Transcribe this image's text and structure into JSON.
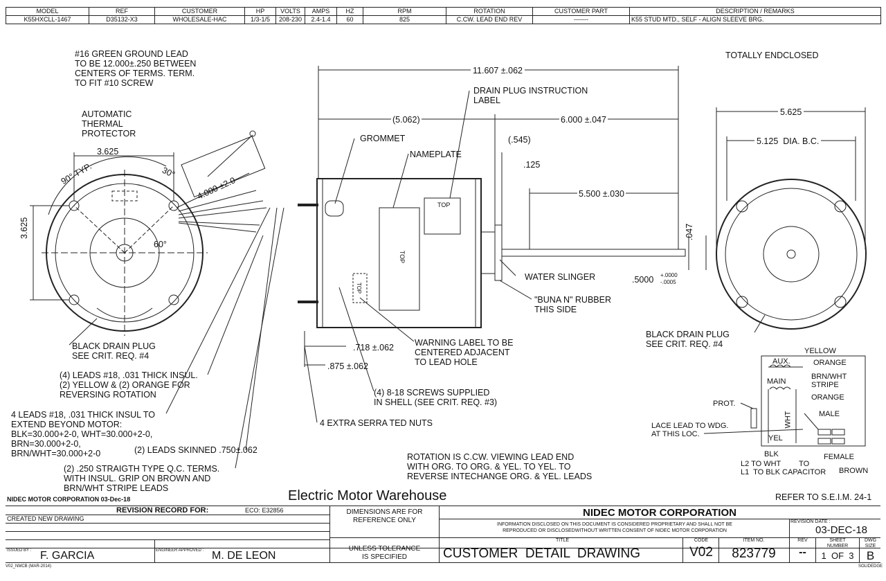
{
  "header": {
    "columns": [
      "MODEL",
      "REF",
      "CUSTOMER",
      "HP",
      "VOLTS",
      "AMPS",
      "HZ",
      "RPM",
      "ROTATION",
      "CUSTOMER PART",
      "DESCRIPTION / REMARKS"
    ],
    "values": [
      "K55HXCLL-1467",
      "D35132-X3",
      "WHOLESALE-HAC",
      "1/3-1/5",
      "208-230",
      "2.4-1.4",
      "60",
      "825",
      "C.CW. LEAD END REV",
      "-------",
      "K55 STUD MTD., SELF - ALIGN SLEEVE BRG."
    ]
  },
  "notes": {
    "ground_lead": "#16 GREEN GROUND LEAD\nTO BE 12.000±.250 BETWEEN\nCENTERS OF TERMS. TERM.\nTO FIT #10 SCREW",
    "thermal": "AUTOMATIC\nTHERMAL\nPROTECTOR",
    "drain_left": "BLACK DRAIN PLUG\nSEE CRIT. REQ. #4",
    "leads_18": "(4) LEADS #18, .031 THICK INSUL.\n(2) YELLOW & (2) ORANGE FOR\nREVERSING ROTATION",
    "leads_4": "4 LEADS #18, .031 THICK INSUL TO\nEXTEND BEYOND MOTOR:\nBLK=30.000+2-0, WHT=30.000+2-0,\nBRN=30.000+2-0,\nBRN/WHT=30.000+2-0",
    "leads_skinned": "(2) LEADS SKINNED .750±.062",
    "qc_terms": "(2) .250 STRAIGTH TYPE Q.C. TERMS.\nWITH INSUL. GRIP ON BROWN AND\nBRN/WHT STRIPE LEADS",
    "drain_instr": "DRAIN PLUG INSTRUCTION\nLABEL",
    "grommet": "GROMMET",
    "nameplate": "NAMEPLATE",
    "water_slinger": "WATER SLINGER",
    "buna": "\"BUNA N\" RUBBER\nTHIS SIDE",
    "warning": "WARNING LABEL TO BE\nCENTERED ADJACENT\nTO LEAD HOLE",
    "screws": "(4) 8-18 SCREWS SUPPLIED\nIN SHELL (SEE CRIT. REQ. #3)",
    "nuts": "4 EXTRA SERRA TED NUTS",
    "rotation": "ROTATION IS C.CW. VIEWING LEAD END\nWITH ORG. TO ORG. & YEL. TO YEL. TO\nREVERSE INTECHANGE ORG. & YEL. LEADS",
    "totally": "TOTALLY ENDCLOSED",
    "drain_right": "BLACK DRAIN PLUG\nSEE CRIT. REQ. #4",
    "refer": "REFER TO S.E.I.M. 24-1",
    "warehouse": "Electric Motor Warehouse",
    "nidec_date": "NIDEC MOTOR CORPORATION 03-Dec-18"
  },
  "dims": {
    "d3625a": "3.625",
    "d3625b": "3.625",
    "d90": "90° TYP.",
    "d30": "30°",
    "d60": "60°",
    "d4000": "4.000 ±2.0",
    "d11607": "11.607 ±.062",
    "d5062": "(5.062)",
    "d6000": "6.000 ±.047",
    "d545": "(.545)",
    "d125": ".125",
    "d5500": "5.500 ±.030",
    "d047": ".047",
    "d5000": ".5000",
    "d5000_tol_up": "+.0000",
    "d5000_tol_dn": "-.0005",
    "d718": ".718 ±.062",
    "d875": ".875 ±.062",
    "d5625": "5.625",
    "d5125": "5.125  DIA. B.C.",
    "top1": "TOP",
    "top2": "TOP",
    "top3": "TOP"
  },
  "wiring": {
    "yellow": "YELLOW",
    "aux": "AUX.",
    "orange1": "ORANGE",
    "main": "MAIN",
    "brnwht": "BRN/WHT\nSTRIPE",
    "orange2": "ORANGE",
    "prot": "PROT.",
    "wht": "WHT",
    "male": "MALE",
    "lace": "LACE LEAD TO WDG.\nAT THIS LOC.",
    "yel": "YEL",
    "blk": "BLK",
    "l2l1": "L2 TO WHT\nL1  TO BLK",
    "to_cap": "TO\nCAPACITOR",
    "female": "FEMALE",
    "brown": "BROWN"
  },
  "title_block": {
    "revision_record": "REVISION RECORD FOR:",
    "eco": "ECO: E32856",
    "created": "CREATED NEW DRAWING",
    "dims_ref": "DIMENSIONS ARE FOR\nREFERENCE ONLY",
    "unless": "UNLESS TOLERANCE\nIS SPECIFIED",
    "company": "NIDEC MOTOR CORPORATION",
    "info": "INFORMATION DISCLOSED ON THIS DOCUMENT IS CONSIDERED PROPRIETARY AND SHALL NOT BE\nREPRODUCED OR DISCLOSEDWITHOUT WRITTEN CONSENT OF NIDEC MOTOR CORPORATION",
    "rev_date_label": "REVISION DATE :",
    "rev_date": "03-DEC-18",
    "issued_label": "ISSUED BY :",
    "issued": "F. GARCIA",
    "engineer_label": "ENGINEER APPROVED :",
    "engineer": "M. DE LEON",
    "title_label": "TITLE",
    "title": "CUSTOMER  DETAIL  DRAWING",
    "code_label": "CODE",
    "code": "V02",
    "item_label": "ITEM NO.",
    "item": "823779",
    "rev_label": "REV",
    "rev": "--",
    "sheet_label": "SHEET\nNUMBER",
    "sheet": "1  OF  3",
    "dwg_label": "DWG\nSIZE",
    "dwg": "B",
    "footer_left": "V02_NMCB (MAR-2014)",
    "footer_right": "SOLIDEDGE"
  }
}
